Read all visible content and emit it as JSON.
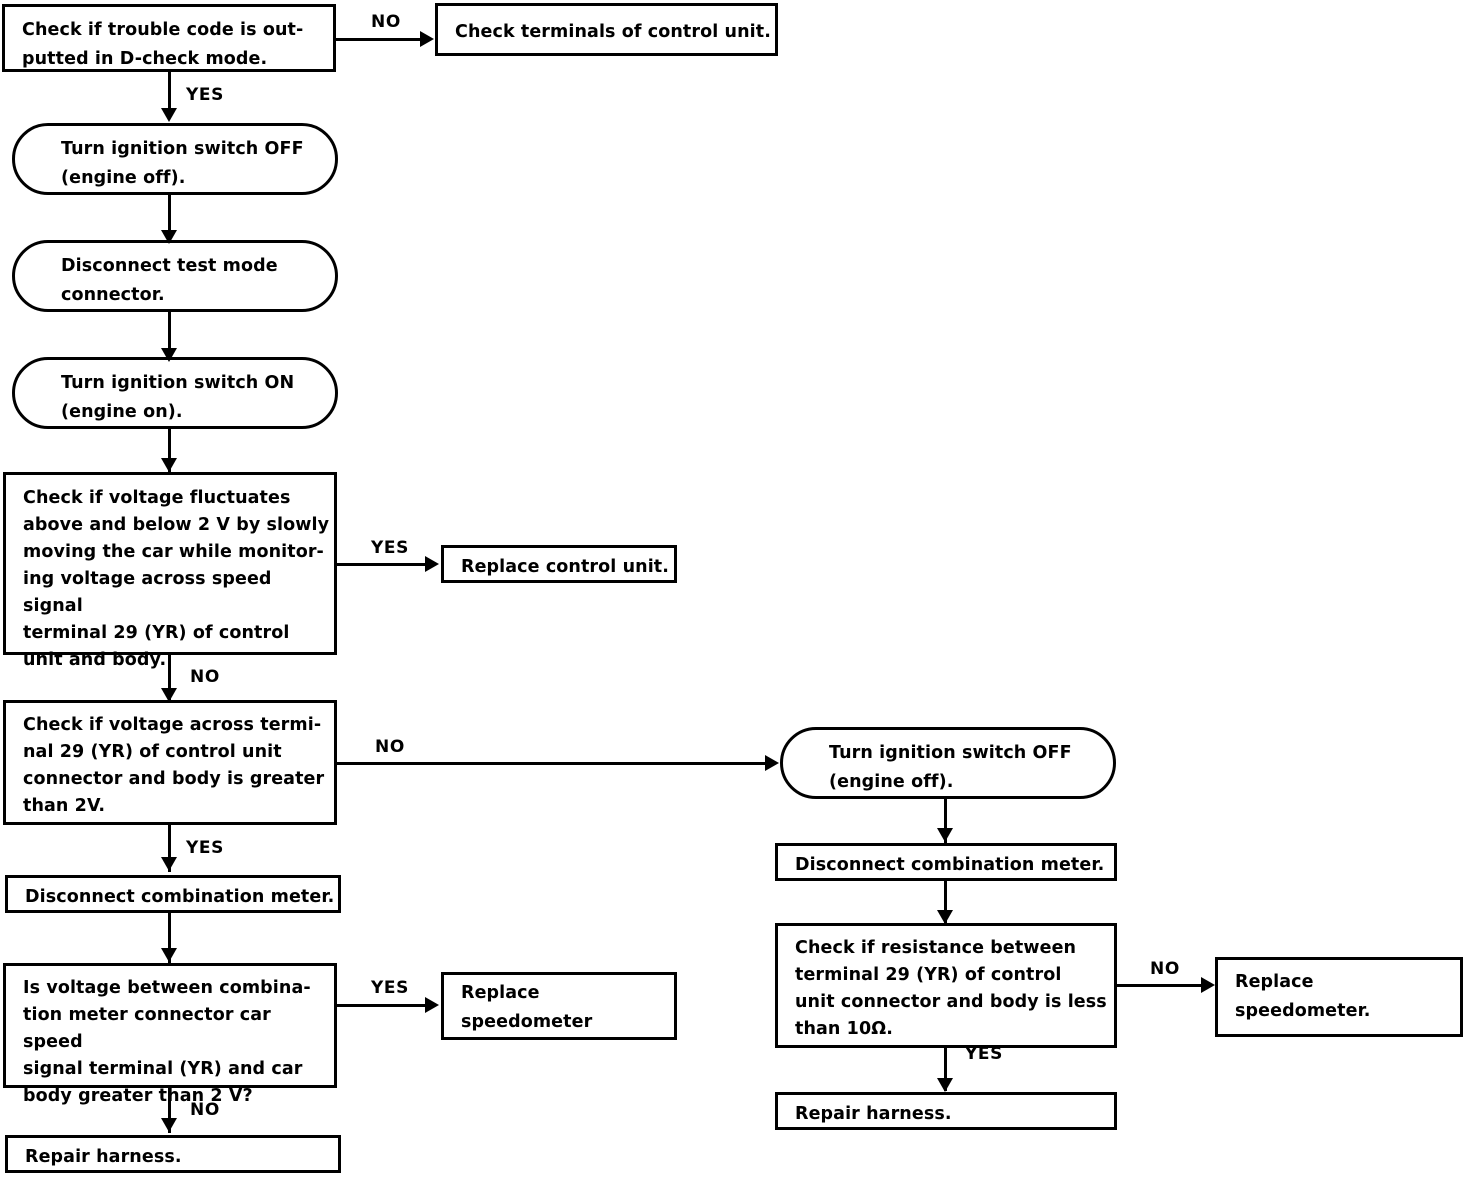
{
  "diagram": {
    "type": "flowchart",
    "title": "Vehicle speed signal diagnostic flowchart",
    "nodes": [
      {
        "id": "n1",
        "shape": "rect",
        "text": "Check if trouble code is out-\nputted in D-check mode."
      },
      {
        "id": "n2",
        "shape": "rect",
        "text": "Check terminals of control unit."
      },
      {
        "id": "n3",
        "shape": "rounded",
        "text": "Turn ignition switch OFF\n(engine off)."
      },
      {
        "id": "n4",
        "shape": "rounded",
        "text": "Disconnect test mode\nconnector."
      },
      {
        "id": "n5",
        "shape": "rounded",
        "text": "Turn ignition switch ON\n(engine on)."
      },
      {
        "id": "n6",
        "shape": "rect",
        "text": "Check if voltage fluctuates\nabove and below 2 V by slowly\nmoving the car while monitor-\ning voltage across speed signal\nterminal 29 (YR) of control\nunit and body."
      },
      {
        "id": "n7",
        "shape": "rect",
        "text": "Replace control unit."
      },
      {
        "id": "n8",
        "shape": "rect",
        "text": "Check if voltage across termi-\nnal 29 (YR) of control unit\nconnector and body is greater\nthan 2V."
      },
      {
        "id": "n9",
        "shape": "rounded",
        "text": "Turn ignition switch OFF\n(engine off)."
      },
      {
        "id": "n10",
        "shape": "rect",
        "text": "Disconnect combination meter."
      },
      {
        "id": "n11",
        "shape": "rect",
        "text": "Disconnect combination meter."
      },
      {
        "id": "n12",
        "shape": "rect",
        "text": "Check if resistance between\nterminal 29 (YR) of control\nunit connector and body is less\nthan 10Ω."
      },
      {
        "id": "n13",
        "shape": "rect",
        "text": "Replace\nspeedometer."
      },
      {
        "id": "n14",
        "shape": "rect",
        "text": "Is voltage between combina-\ntion meter connector car speed\nsignal terminal (YR) and car\nbody greater than 2 V?"
      },
      {
        "id": "n15",
        "shape": "rect",
        "text": "Replace\nspeedometer"
      },
      {
        "id": "n16",
        "shape": "rect",
        "text": "Repair harness."
      },
      {
        "id": "n17",
        "shape": "rect",
        "text": "Repair harness."
      }
    ],
    "edge_labels": {
      "e1_no": "NO",
      "e1_yes": "YES",
      "e6_yes": "YES",
      "e6_no": "NO",
      "e8_no": "NO",
      "e8_yes": "YES",
      "e14_yes": "YES",
      "e14_no": "NO",
      "e12_no": "NO",
      "e12_yes": "YES"
    }
  }
}
